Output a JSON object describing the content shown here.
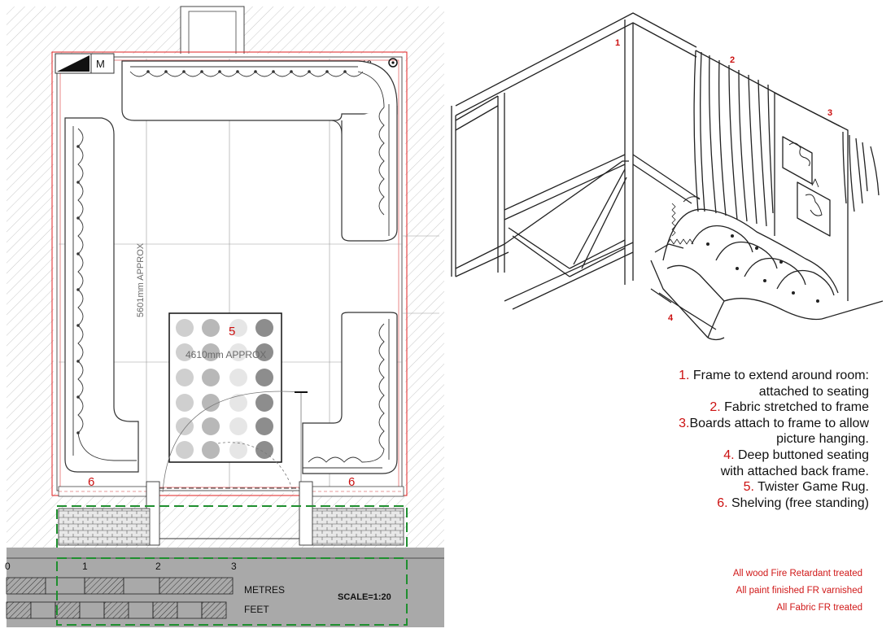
{
  "plan": {
    "room_code": "SS13",
    "door_tag": "M",
    "dim_length": "5601mm APPROX",
    "dim_width": "4610mm APPROX",
    "scale_label": "SCALE=1:20",
    "metres_label": "METRES",
    "feet_label": "FEET",
    "scale_ticks": [
      "0",
      "1",
      "2",
      "3"
    ],
    "marker_rug": "5",
    "marker_shelf_left": "6",
    "marker_shelf_right": "6"
  },
  "sketch": {
    "marker_1": "1",
    "marker_2": "2",
    "marker_3": "3",
    "marker_4": "4"
  },
  "legend": {
    "items": [
      {
        "num": "1.",
        "text": " Frame to extend around room:"
      },
      {
        "num": "",
        "text": "attached to seating"
      },
      {
        "num": "2.",
        "text": " Fabric stretched to frame"
      },
      {
        "num": "3.",
        "text": "Boards attach to frame to allow"
      },
      {
        "num": "",
        "text": "picture hanging."
      },
      {
        "num": "4.",
        "text": " Deep buttoned seating"
      },
      {
        "num": "",
        "text": "with attached back frame."
      },
      {
        "num": "5.",
        "text": " Twister Game Rug."
      },
      {
        "num": "6.",
        "text": " Shelving (free standing)"
      }
    ]
  },
  "notes": [
    "All wood Fire Retardant treated",
    "All paint finished FR varnished",
    "All Fabric FR treated"
  ],
  "colors": {
    "marker_red": "#cc1111",
    "outline_red": "#e02020",
    "dashed_green": "#1f8f2f",
    "scale_bar_grey": "#a9a9a9"
  }
}
